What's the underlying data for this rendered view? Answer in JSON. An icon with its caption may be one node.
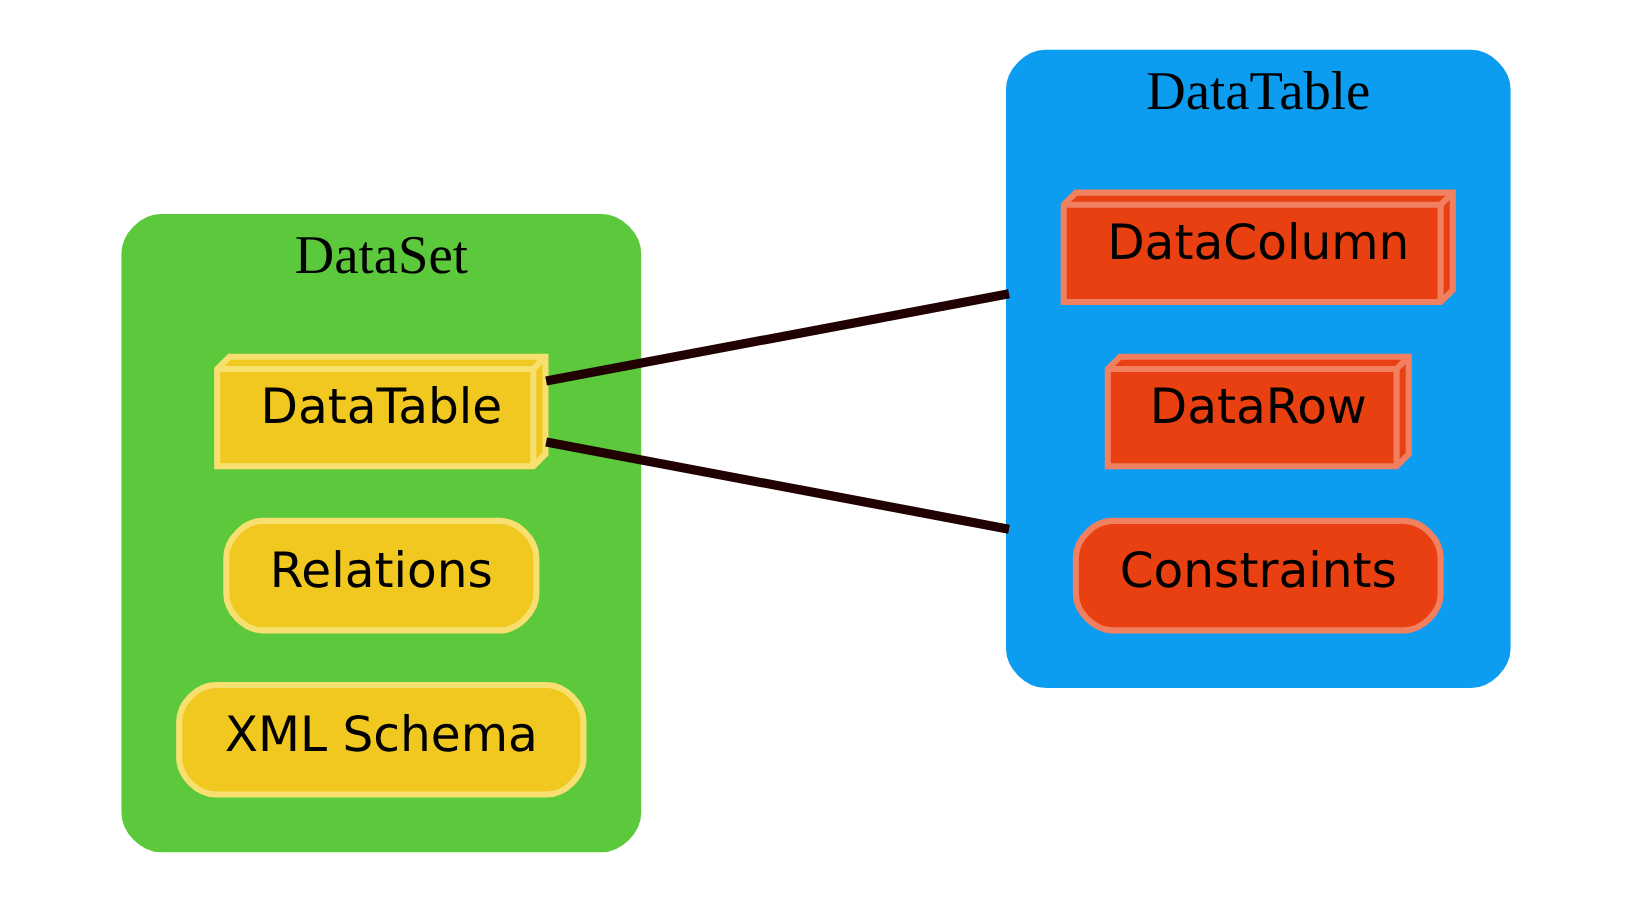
{
  "diagram": {
    "nodes": [
      {
        "text": [
          "DataSet"
        ]
      },
      {
        "text": [
          "DataTable"
        ],
        "in": 0
      },
      {
        "text": [
          "Relations"
        ],
        "in": 0
      },
      {
        "text": [
          "XML Schema"
        ],
        "in": 0
      },
      {
        "text": [
          "DataTable"
        ]
      },
      {
        "text": [
          "DataColumn"
        ],
        "in": 4
      },
      {
        "text": [
          "DataRow"
        ],
        "in": 4
      },
      {
        "text": [
          "Constraints"
        ],
        "in": 4
      }
    ],
    "edges": [
      {
        "from": 1,
        "to": 4,
        "arrow": "none"
      },
      {
        "from": 1,
        "to": 4,
        "arrow": "none"
      }
    ]
  }
}
